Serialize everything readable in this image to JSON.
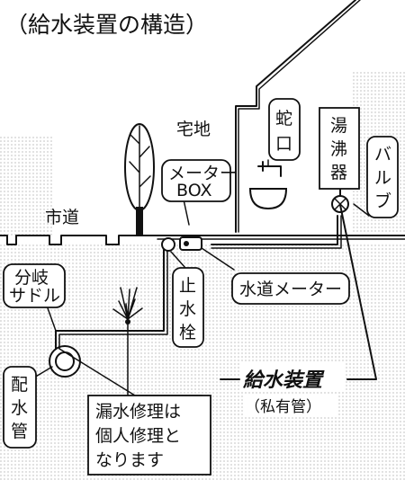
{
  "title": "（給水装置の構造）",
  "labels": {
    "residential_land": "宅地",
    "city_road": "市道",
    "meter_box": [
      "メーター",
      "BOX"
    ],
    "faucet": [
      "蛇",
      "口"
    ],
    "water_heater": [
      "湯",
      "沸",
      "器"
    ],
    "valve": [
      "バ",
      "ル",
      "ブ"
    ],
    "branch_saddle": [
      "分岐",
      "サドル"
    ],
    "stop_valve": [
      "止",
      "水",
      "栓"
    ],
    "water_meter": "水道メーター",
    "distribution_pipe": [
      "配",
      "水",
      "管"
    ],
    "leak_repair_note": [
      "漏水修理は",
      "個人修理と",
      "なります"
    ],
    "supply_equipment": "給水装置",
    "private_pipe": "（私有管）"
  }
}
